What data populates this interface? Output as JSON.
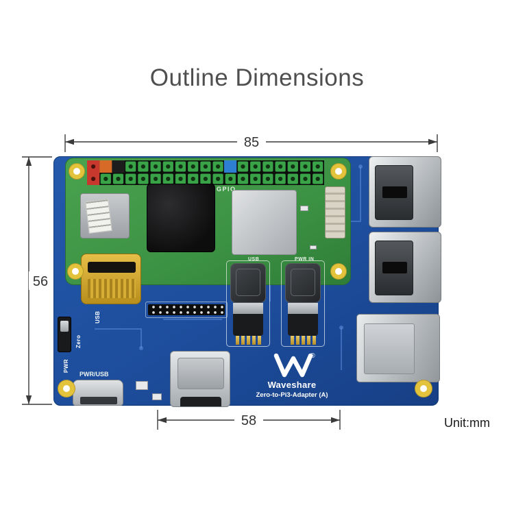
{
  "title": "Outline Dimensions",
  "unit_label": "Unit:mm",
  "dimensions": {
    "width": "85",
    "height": "56",
    "connector_span": "58"
  },
  "board": {
    "brand": "Waveshare",
    "model": "Zero-to-Pi3-Adapter (A)",
    "registered_mark": "®",
    "silkscreen": {
      "gpio": "GPIO",
      "usb": "USB",
      "pwr_in": "PWR IN",
      "usb_vertical": "USB",
      "zero": "Zero",
      "pwr": "PWR",
      "pwr_usb": "PWR/USB"
    }
  },
  "colors": {
    "adapter_pcb_blue": "#1d4d9c",
    "pi_zero_green": "#3c9243",
    "mounting_hole_yellow": "#e4c33c",
    "connector_silver": "#c0c3c6",
    "connector_gold": "#c59a1e",
    "title_gray": "#4f4f4f"
  }
}
